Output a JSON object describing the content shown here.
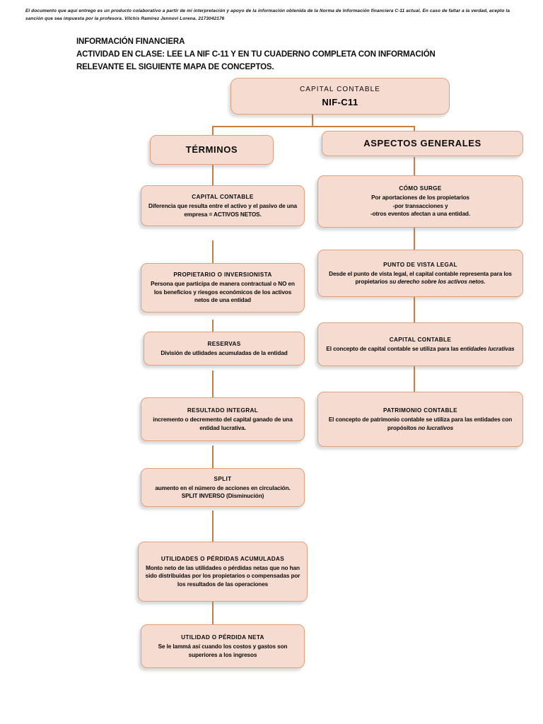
{
  "document": {
    "disclaimer": "El documento que aquí entrego es un producto colaborativo a partir de mi interpretación y apoyo de la información obtenida de la Norma de Información financiera C-11 actual. En caso de faltar a la verdad, acepto la sanción que sea impuesta por la profesora. Vilchis Ramirez Jennovi Lorena. 2173042176",
    "title_line1": "INFORMACIÓN FINANCIERA",
    "title_line2": "ACTIVIDAD EN CLASE: LEE LA NIF C-11 Y EN TU CUADERNO COMPLETA CON INFORMACIÓN",
    "title_line3": "RELEVANTE EL SIGUIENTE MAPA DE CONCEPTOS."
  },
  "colors": {
    "node_fill": "#F5DBD0",
    "node_border": "#E0A07A",
    "connector": "#C87E3F",
    "text": "#0A0A0A"
  },
  "chart_data": {
    "type": "diagram",
    "title": "Mapa de conceptos NIF C-11 - Capital Contable",
    "root": {
      "heading": "CAPITAL CONTABLE",
      "sub": "NIF-C11"
    },
    "branches": [
      {
        "id": "terminos",
        "heading": "TÉRMINOS",
        "nodes": [
          {
            "heading": "CAPITAL CONTABLE",
            "body": "Diferencia que resulta entre el activo y el pasivo de una empresa = ACTIVOS NETOS."
          },
          {
            "heading": "PROPIETARIO O INVERSIONISTA",
            "body": "Persona que participa de manera contractual o NO en los beneficios y riesgos económicos de los activos netos de una entidad"
          },
          {
            "heading": "RESERVAS",
            "body": "División de utlidades acumuladas de la entidad"
          },
          {
            "heading": "RESULTADO INTEGRAL",
            "body": "incremento o decremento del capital ganado de una entidad lucrativa."
          },
          {
            "heading": "SPLIT",
            "body": "aumento en el número de acciones en circulación. SPLIT INVERSO (Disminución)"
          },
          {
            "heading": "UTILIDADES O PÉRDIDAS ACUMULADAS",
            "body": "Monto neto de las utilidades o pérdidas netas que no han sido distribuidas por los propietarios o compensadas por los resultados de las operaciones"
          },
          {
            "heading": "UTILIDAD O PÉRDIDA NETA",
            "body": "Se le lammá así cuando los costos y gastos son superiores a los ingresos"
          }
        ]
      },
      {
        "id": "aspectos-generales",
        "heading": "ASPECTOS GENERALES",
        "nodes": [
          {
            "heading": "CÓMO SURGE",
            "body": "Por aportaciones de los propietarios -por transacciones y -otros eventos afectan a una entidad."
          },
          {
            "heading": "PUNTO DE VISTA LEGAL",
            "body_plain": "Desde el punto de vista legal, el capital contable representa para los propietarios ",
            "body_italic": "su derecho sobre los activos netos."
          },
          {
            "heading": "CAPITAL CONTABLE",
            "body_plain": "El concepto de capital contable se utiliza para las ",
            "body_italic": "entidades lucrativas"
          },
          {
            "heading": "PATRIMONIO CONTABLE",
            "body_plain": "El concepto de patrimonio contable se utiliza para las entidades con propósitos ",
            "body_italic": "no lucrativos"
          }
        ]
      }
    ]
  }
}
